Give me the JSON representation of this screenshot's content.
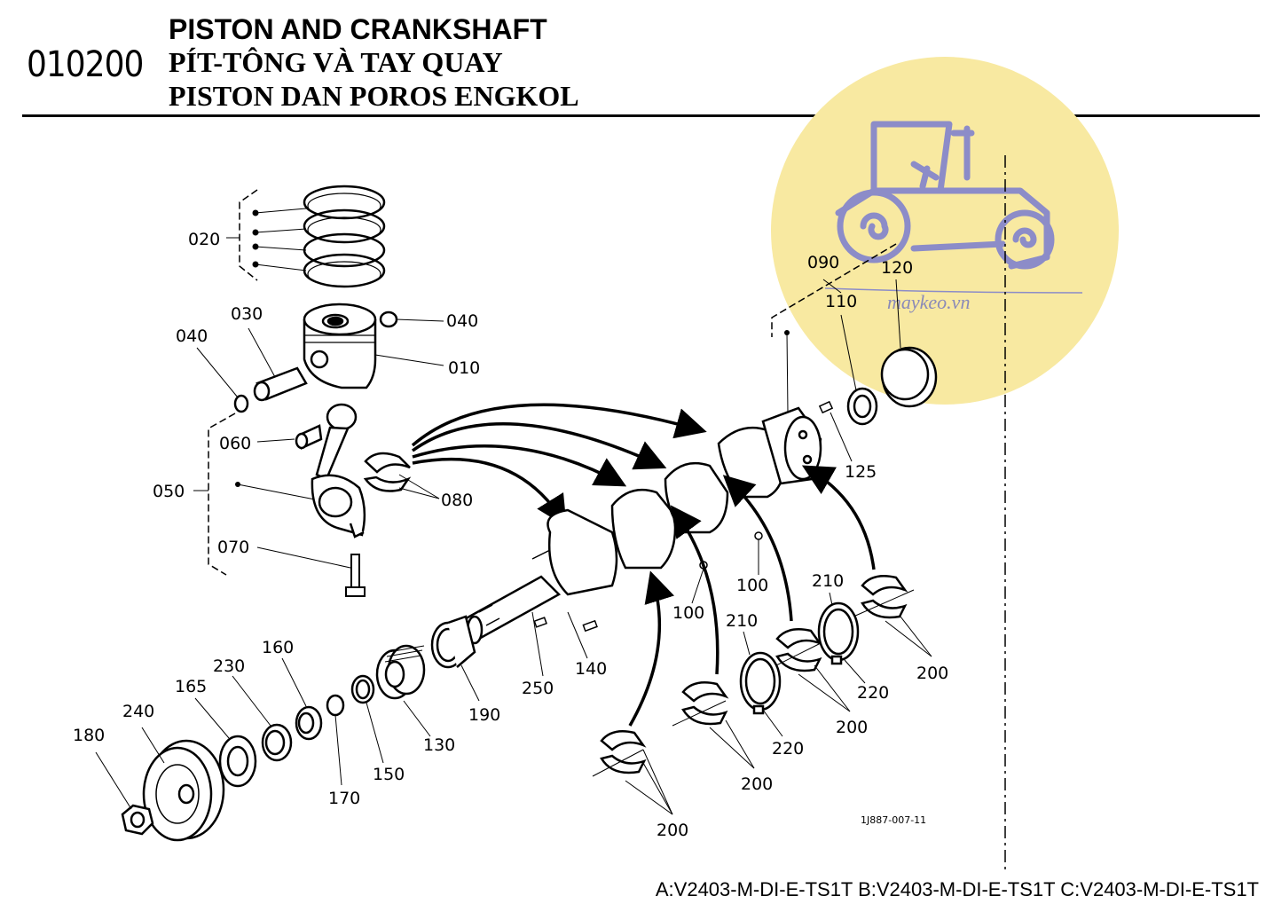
{
  "header": {
    "section_code": "010200",
    "title_en": "PISTON AND CRANKSHAFT",
    "title_vi": "PÍT-TÔNG VÀ TAY QUAY",
    "title_id": "PISTON DAN POROS ENGKOL"
  },
  "watermark": {
    "text": "maykeo.vn",
    "circle_color": "#f8e9a1",
    "icon_color": "#8c8cc8"
  },
  "parts": {
    "p010": "010",
    "p020": "020",
    "p030": "030",
    "p040a": "040",
    "p040b": "040",
    "p050": "050",
    "p060": "060",
    "p070": "070",
    "p080": "080",
    "p090": "090",
    "p100a": "100",
    "p100b": "100",
    "p110": "110",
    "p120": "120",
    "p125": "125",
    "p130": "130",
    "p140": "140",
    "p150": "150",
    "p160": "160",
    "p165": "165",
    "p170": "170",
    "p180": "180",
    "p190": "190",
    "p200a": "200",
    "p200b": "200",
    "p200c": "200",
    "p200d": "200",
    "p210a": "210",
    "p210b": "210",
    "p220a": "220",
    "p220b": "220",
    "p230": "230",
    "p240": "240",
    "p250": "250"
  },
  "figure_code": "1J887-007-11",
  "footer": {
    "models": "A:V2403-M-DI-E-TS1T B:V2403-M-DI-E-TS1T C:V2403-M-DI-E-TS1T"
  }
}
